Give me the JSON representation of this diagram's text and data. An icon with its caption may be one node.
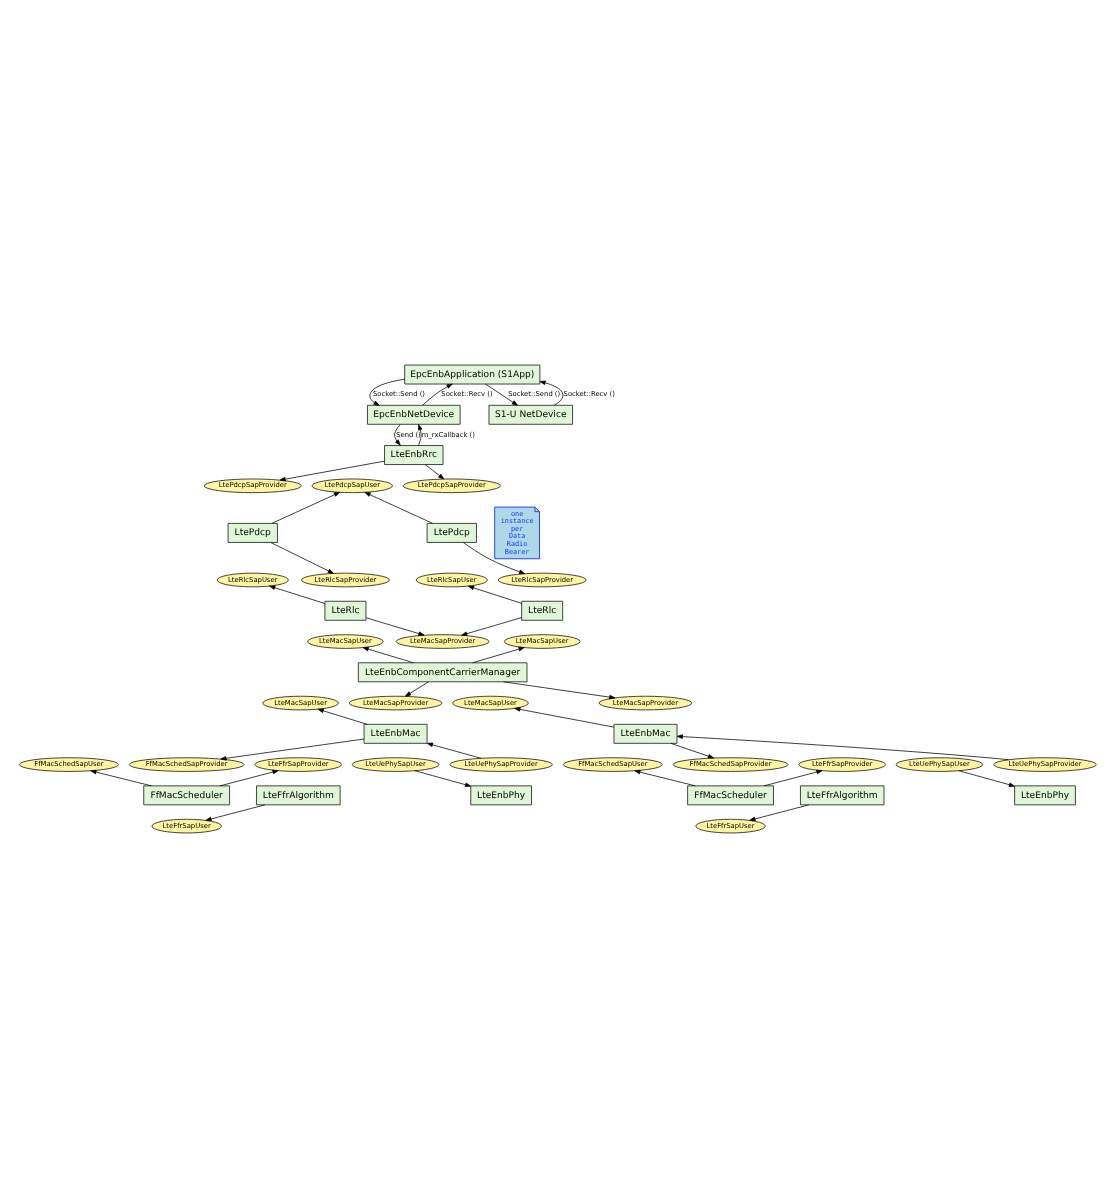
{
  "diagram": {
    "nodes": [
      {
        "text": [
          "EpcEnbApplication (S1App)"
        ]
      },
      {
        "text": [
          "EpcEnbNetDevice"
        ]
      },
      {
        "text": [
          "S1-U NetDevice"
        ]
      },
      {
        "text": [
          "LteEnbRrc"
        ]
      },
      {
        "text": [
          "LtePdcpSapUser"
        ]
      },
      {
        "text": [
          "LtePdcpSapProvider"
        ]
      },
      {
        "text": [
          "LtePdcpSapProvider"
        ]
      },
      {
        "text": [
          "LtePdcp"
        ]
      },
      {
        "text": [
          "LtePdcp"
        ]
      },
      {
        "text": [
          "LteRlcSapUser"
        ]
      },
      {
        "text": [
          "LteRlcSapUser"
        ]
      },
      {
        "text": [
          "one instance per Data Radio Bearer"
        ]
      },
      {
        "text": [
          "LteRlcSapProvider"
        ]
      },
      {
        "text": [
          "LteRlcSapProvider"
        ]
      },
      {
        "text": [
          "LteRlc"
        ]
      },
      {
        "text": [
          "LteRlc"
        ]
      },
      {
        "text": [
          "LteMacSapUser"
        ]
      },
      {
        "text": [
          "LteMacSapUser"
        ]
      },
      {
        "text": [
          "LteMacSapProvider"
        ]
      },
      {
        "text": [
          "LteEnbComponentCarrierManager"
        ]
      },
      {
        "text": [
          "LteMacSapUser"
        ]
      },
      {
        "text": [
          "LteMacSapUser"
        ]
      },
      {
        "text": [
          "LteMacSapProvider"
        ]
      },
      {
        "text": [
          "LteMacSapProvider"
        ]
      },
      {
        "text": [
          "LteEnbMac"
        ]
      },
      {
        "text": [
          "LteEnbMac"
        ]
      },
      {
        "text": [
          "FfMacSchedSapUser"
        ]
      },
      {
        "text": [
          "LteUePhySapUser"
        ]
      },
      {
        "text": [
          "FfMacSchedSapUser"
        ]
      },
      {
        "text": [
          "LteUePhySapUser"
        ]
      },
      {
        "text": [
          "FfMacSchedSapProvider"
        ]
      },
      {
        "text": [
          "LteFfrSapProvider"
        ]
      },
      {
        "text": [
          "FfMacScheduler"
        ]
      },
      {
        "text": [
          "LteFfrAlgorithm"
        ]
      },
      {
        "text": [
          "LteFfrSapUser"
        ]
      },
      {
        "text": [
          "FfMacSchedSapProvider"
        ]
      },
      {
        "text": [
          "LteFfrSapProvider"
        ]
      },
      {
        "text": [
          "FfMacScheduler"
        ]
      },
      {
        "text": [
          "LteFfrAlgorithm"
        ]
      },
      {
        "text": [
          "LteFfrSapUser"
        ]
      },
      {
        "text": [
          "LteEnbPhy"
        ]
      },
      {
        "text": [
          "LteUePhySapProvider"
        ]
      },
      {
        "text": [
          "LteEnbPhy"
        ]
      },
      {
        "text": [
          "LteUePhySapProvider"
        ]
      }
    ],
    "edges": [
      {
        "from": 0,
        "to": 1,
        "arrow": "to",
        "label": "Socket::Send ()"
      },
      {
        "from": 1,
        "to": 0,
        "arrow": "to",
        "label": "Socket::Recv ()"
      },
      {
        "from": 0,
        "to": 2,
        "arrow": "to",
        "label": "Socket::Send ()"
      },
      {
        "from": 2,
        "to": 0,
        "arrow": "to",
        "label": "Socket::Recv ()"
      },
      {
        "from": 1,
        "to": 3,
        "arrow": "to",
        "label": "Send ()"
      },
      {
        "from": 3,
        "to": 1,
        "arrow": "to",
        "label": "m_rxCallback ()"
      },
      {
        "from": 3,
        "to": 5,
        "arrow": "to"
      },
      {
        "from": 3,
        "to": 6,
        "arrow": "to"
      },
      {
        "from": 7,
        "to": 4,
        "arrow": "to"
      },
      {
        "from": 8,
        "to": 4,
        "arrow": "to"
      },
      {
        "from": 7,
        "to": 12,
        "arrow": "to"
      },
      {
        "from": 14,
        "to": 9,
        "arrow": "to"
      },
      {
        "from": 8,
        "to": 13,
        "arrow": "to"
      },
      {
        "from": 15,
        "to": 10,
        "arrow": "to"
      },
      {
        "from": 14,
        "to": 18,
        "arrow": "to"
      },
      {
        "from": 15,
        "to": 18,
        "arrow": "to"
      },
      {
        "from": 19,
        "to": 16,
        "arrow": "to"
      },
      {
        "from": 19,
        "to": 17,
        "arrow": "to"
      },
      {
        "from": 19,
        "to": 22,
        "arrow": "to"
      },
      {
        "from": 19,
        "to": 23,
        "arrow": "to"
      },
      {
        "from": 24,
        "to": 20,
        "arrow": "to"
      },
      {
        "from": 25,
        "to": 21,
        "arrow": "to"
      },
      {
        "from": 24,
        "to": 30,
        "arrow": "to"
      },
      {
        "from": 32,
        "to": 26,
        "arrow": "to"
      },
      {
        "from": 25,
        "to": 35,
        "arrow": "to"
      },
      {
        "from": 37,
        "to": 28,
        "arrow": "to"
      },
      {
        "from": 32,
        "to": 31,
        "arrow": "to"
      },
      {
        "from": 33,
        "to": 34,
        "arrow": "to"
      },
      {
        "from": 37,
        "to": 36,
        "arrow": "to"
      },
      {
        "from": 38,
        "to": 39,
        "arrow": "to"
      },
      {
        "from": 27,
        "to": 40,
        "arrow": "to"
      },
      {
        "from": 41,
        "to": 24,
        "arrow": "to"
      },
      {
        "from": 29,
        "to": 42,
        "arrow": "to"
      },
      {
        "from": 43,
        "to": 25,
        "arrow": "to"
      }
    ]
  }
}
